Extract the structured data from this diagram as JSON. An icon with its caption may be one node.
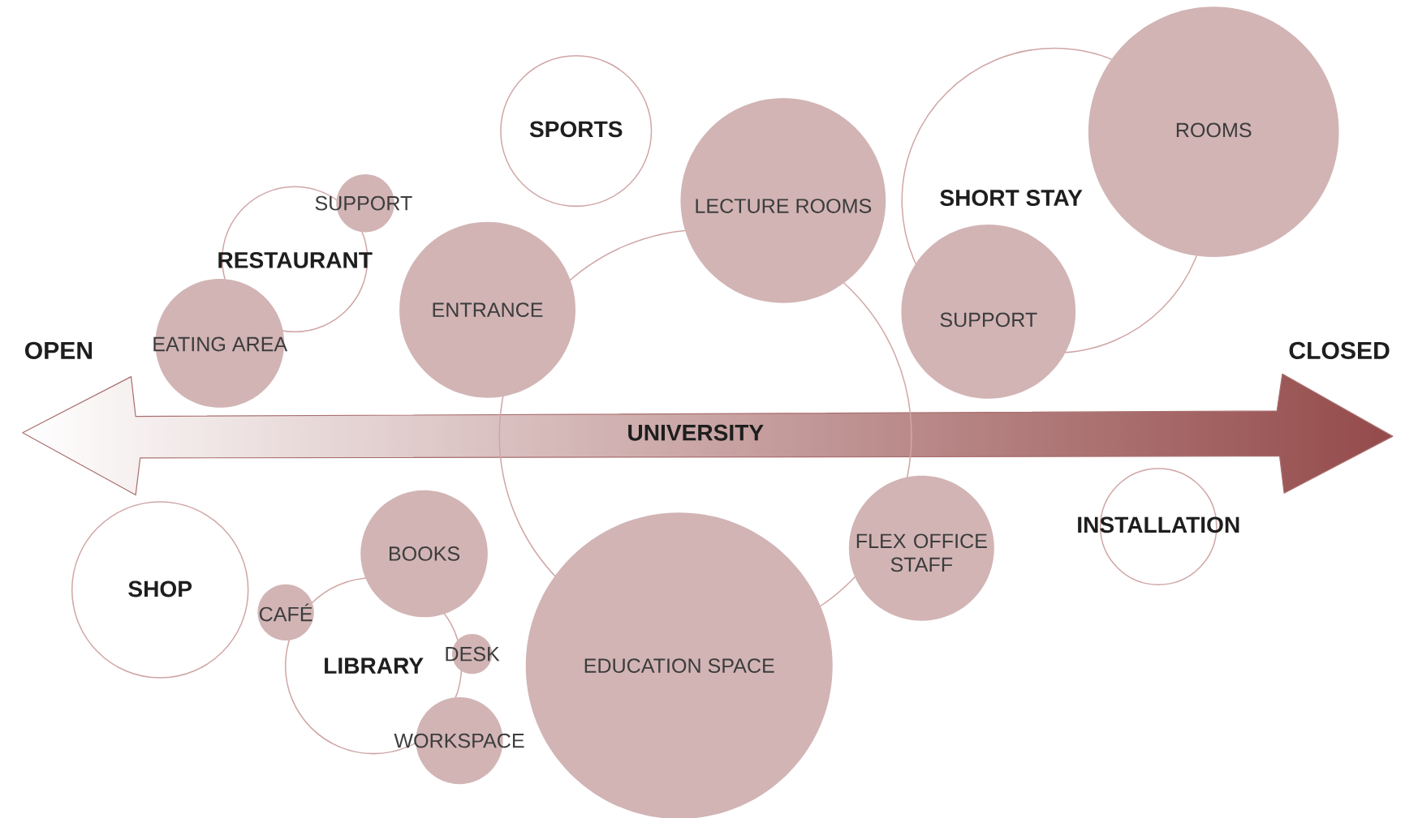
{
  "diagram": {
    "nodes": [
      {
        "text": [
          "SPORTS"
        ]
      },
      {
        "text": [
          "ROOMS"
        ]
      },
      {
        "text": [
          "LECTURE ROOMS"
        ]
      },
      {
        "text": [
          "SHORT STAY"
        ]
      },
      {
        "text": [
          "SUPPORT"
        ]
      },
      {
        "text": [
          "RESTAURANT"
        ]
      },
      {
        "text": [
          "ENTRANCE"
        ]
      },
      {
        "text": [
          "SUPPORT"
        ]
      },
      {
        "text": [
          "EATING AREA"
        ]
      },
      {
        "text": [
          "UNIVERSITY"
        ]
      },
      {
        "text": [
          "INSTALLATION"
        ]
      },
      {
        "text": [
          "FLEX OFFICE STAFF"
        ]
      },
      {
        "text": [
          "BOOKS"
        ]
      },
      {
        "text": [
          "SHOP"
        ]
      },
      {
        "text": [
          "CAFÉ"
        ]
      },
      {
        "text": [
          "LIBRARY"
        ]
      },
      {
        "text": [
          "DESK"
        ]
      },
      {
        "text": [
          "EDUCATION SPACE"
        ]
      },
      {
        "text": [
          "WORKSPACE"
        ]
      }
    ],
    "labels": [
      "OPEN",
      "CLOSED"
    ]
  }
}
